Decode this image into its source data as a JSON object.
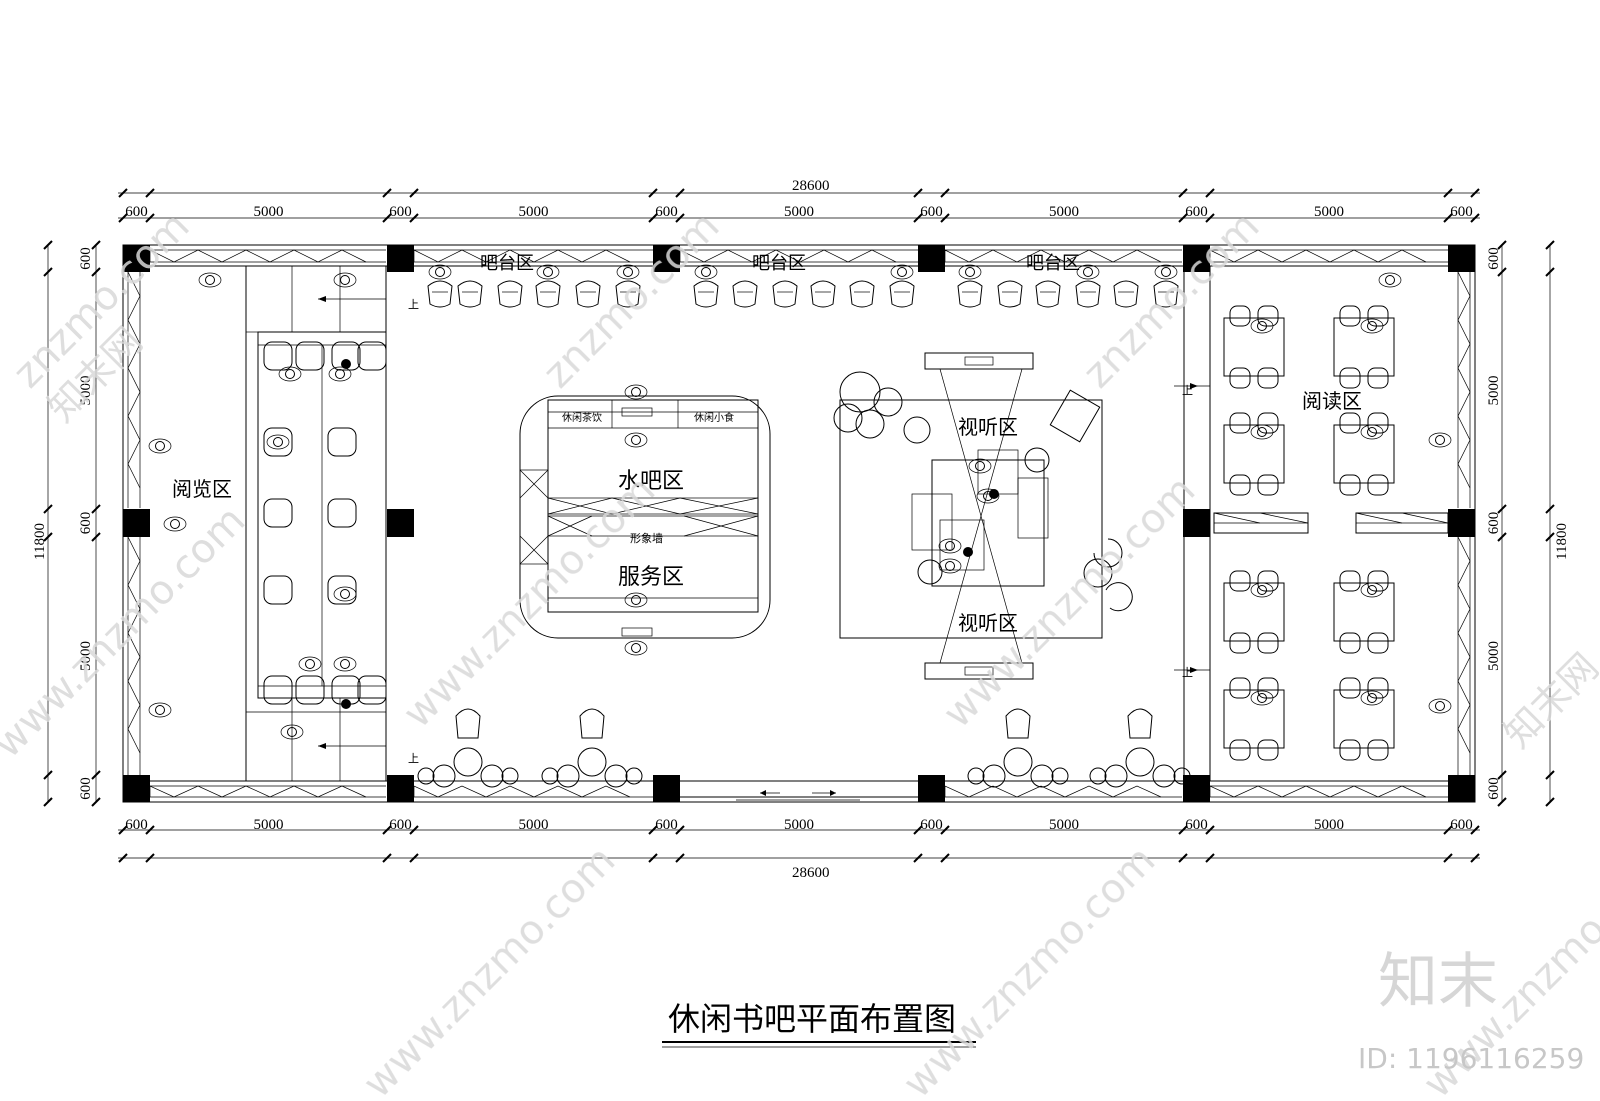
{
  "plan": {
    "title": "休闲书吧平面布置图",
    "zones": {
      "bar_counter": "吧台区",
      "browse": "阅览区",
      "reading": "阅读区",
      "water_bar": "水吧区",
      "service": "服务区",
      "av_top": "视听区",
      "av_bottom": "视听区"
    },
    "counter_labels": {
      "tea": "休闲茶饮",
      "snack": "休闲小食",
      "image_wall": "形象墙"
    },
    "stair_up": "上",
    "dimensions": {
      "total_width": "28600",
      "total_height": "11800",
      "column": "600",
      "bay": "5000",
      "horizontal_segments": [
        "600",
        "5000",
        "600",
        "5000",
        "600",
        "5000",
        "600",
        "5000",
        "600",
        "5000",
        "600"
      ],
      "vertical_segments": [
        "600",
        "5000",
        "600",
        "5000",
        "600"
      ]
    }
  },
  "watermark": {
    "site": "znzmo.com",
    "site_www": "www.znzmo.com",
    "brand": "知末网",
    "logo": "知末",
    "id_label": "ID: 1196116259"
  }
}
